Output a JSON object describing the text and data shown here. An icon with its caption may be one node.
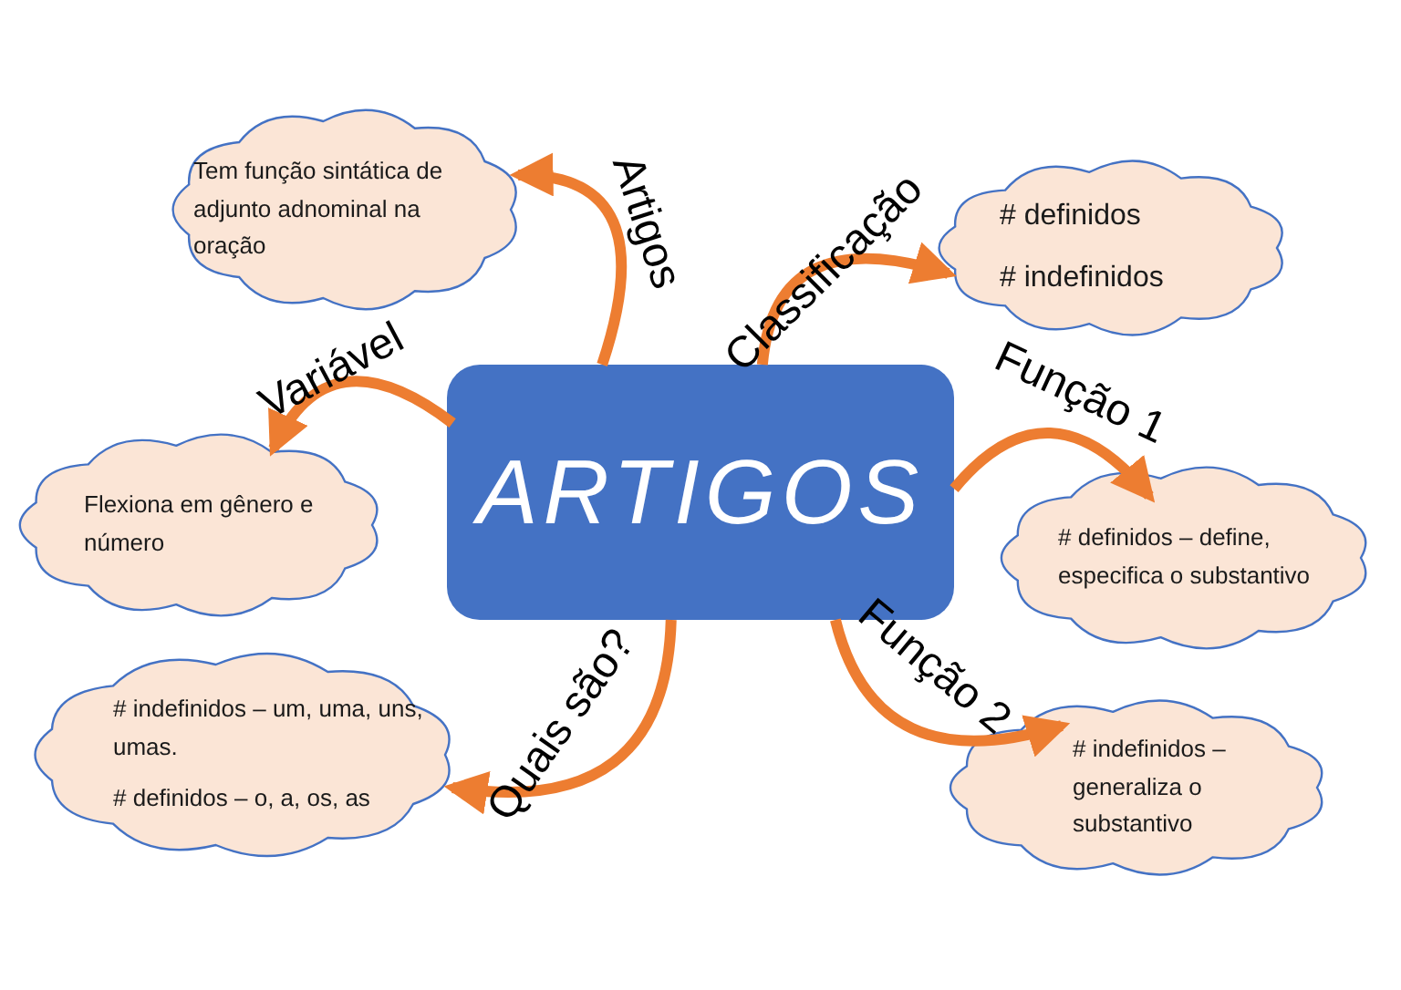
{
  "diagram": {
    "nodes": [
      {
        "text": [
          "ARTIGOS"
        ]
      },
      {
        "text": [
          "Tem função sintática de adjunto adnominal na oração"
        ]
      },
      {
        "text": [
          "# definidos",
          "# indefinidos"
        ]
      },
      {
        "text": [
          "Flexiona em gênero e número"
        ]
      },
      {
        "text": [
          "# definidos – define, especifica o substantivo"
        ]
      },
      {
        "text": [
          "# indefinidos – um, uma, uns, umas.",
          "# definidos – o, a, os, as"
        ]
      },
      {
        "text": [
          "# indefinidos – generaliza o substantivo"
        ]
      }
    ],
    "edges": [
      {
        "from": 0,
        "to": 1,
        "arrow": "to",
        "label": "Artigos"
      },
      {
        "from": 0,
        "to": 2,
        "arrow": "to",
        "label": "Classificação"
      },
      {
        "from": 0,
        "to": 3,
        "arrow": "to",
        "label": "Variável"
      },
      {
        "from": 0,
        "to": 4,
        "arrow": "to",
        "label": "Função 1"
      },
      {
        "from": 0,
        "to": 5,
        "arrow": "to",
        "label": "Quais são?"
      },
      {
        "from": 0,
        "to": 6,
        "arrow": "to",
        "label": "Função 2"
      }
    ]
  }
}
